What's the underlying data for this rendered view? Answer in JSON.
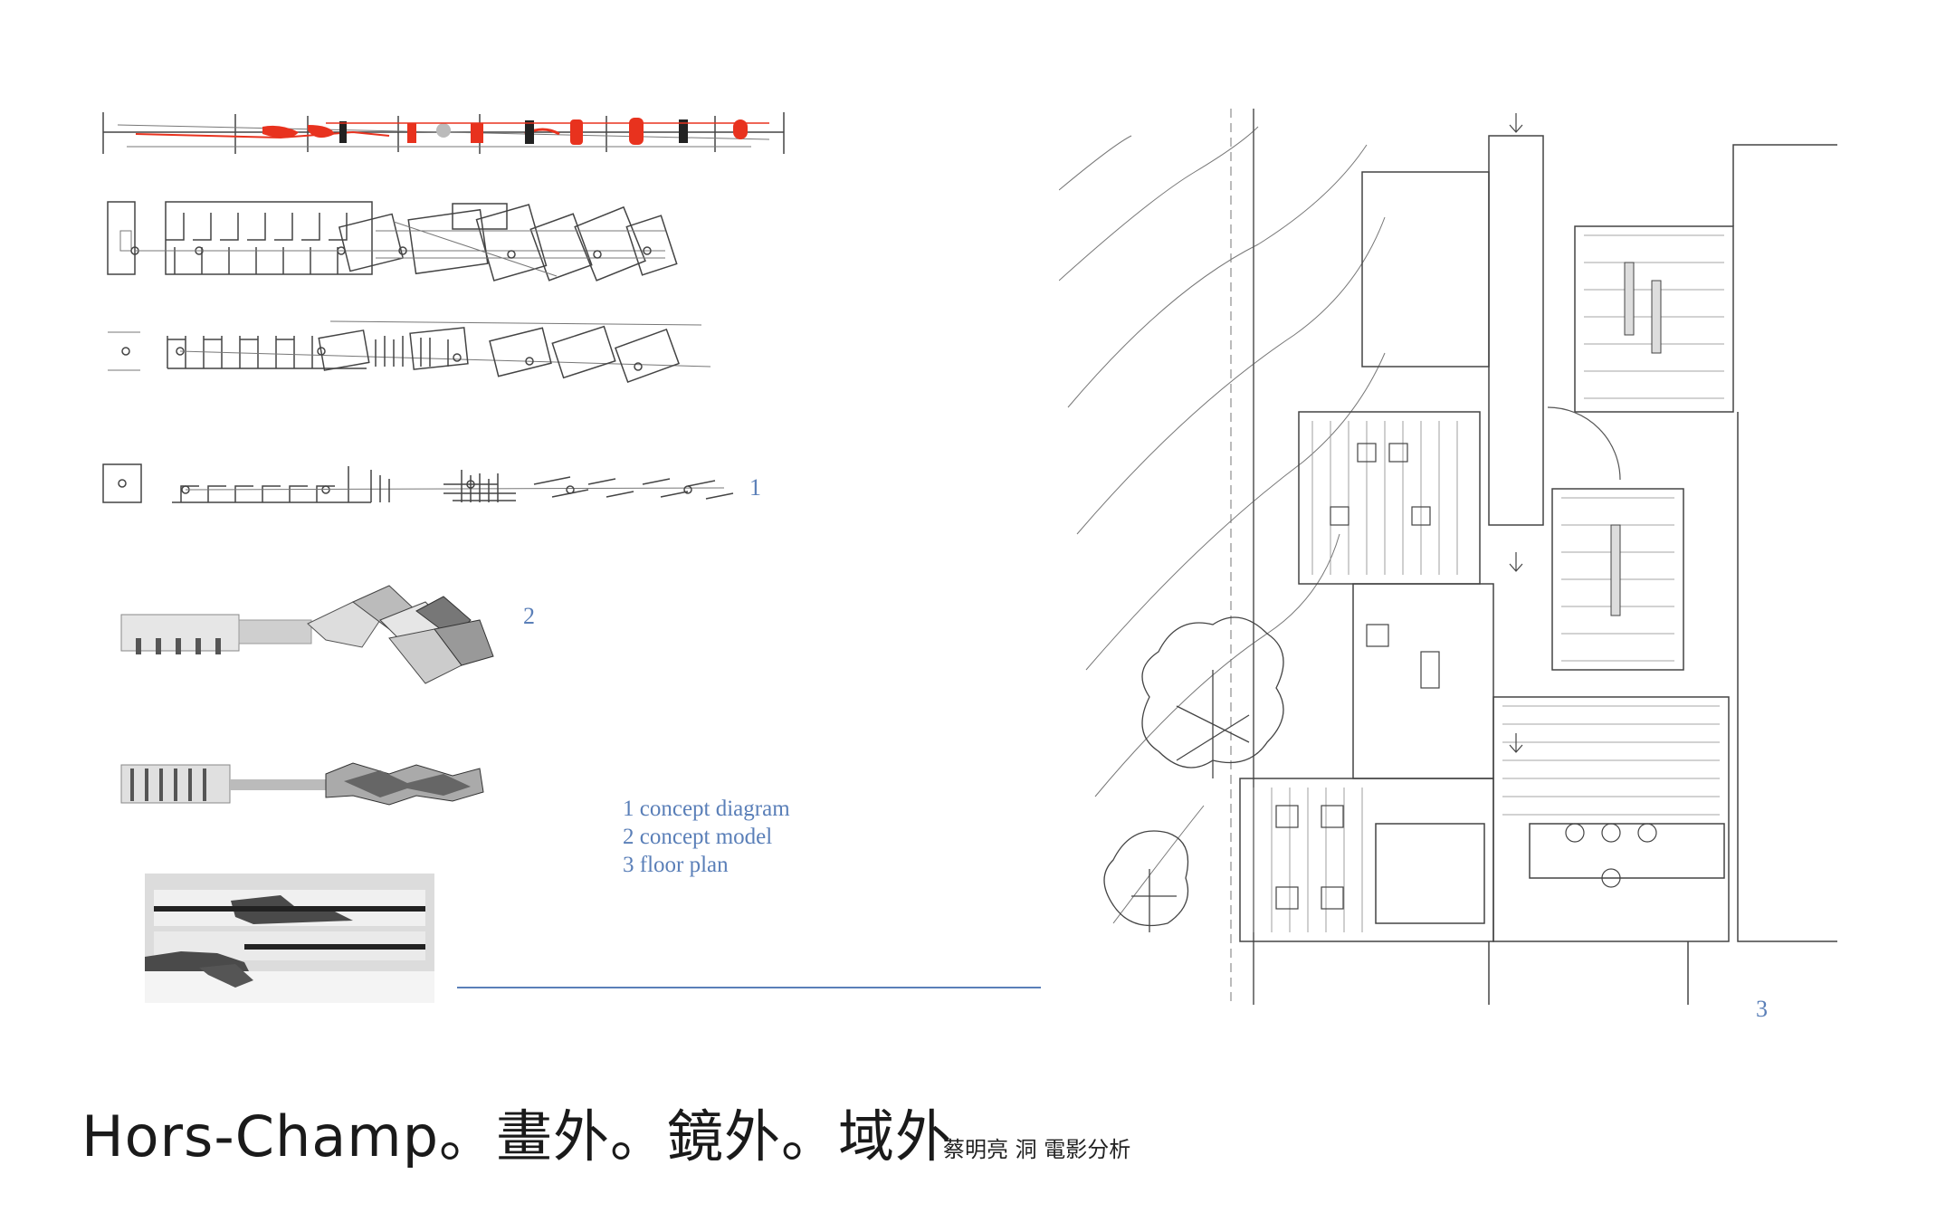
{
  "figure_numbers": {
    "one": "1",
    "two": "2",
    "three": "3"
  },
  "legend": {
    "item1": "1 concept diagram",
    "item2": "2 concept model",
    "item3": "3 floor plan"
  },
  "title": "Hors-Champ。畫外。鏡外。域外",
  "subtitle": "蔡明亮 洞  電影分析",
  "colors": {
    "accent_blue": "#5a7fb8",
    "highlight_red": "#e8321e",
    "ink": "#444444"
  }
}
